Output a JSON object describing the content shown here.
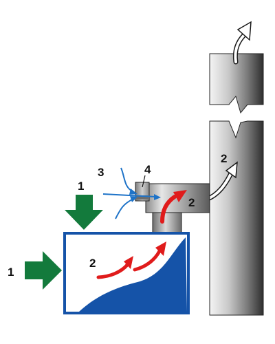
{
  "colors": {
    "stack_dark": "#2f2f2f",
    "stack_light": "#f2f2f2",
    "box_border": "#1553a8",
    "box_fill": "#ffffff",
    "liquid": "#1553a8",
    "push_arrow": "#137a3c",
    "hot_flow": "#e01b1b",
    "air_flow": "#1e73c8",
    "exhaust_flow": "#ffffff"
  },
  "labels": {
    "label_1_top": "1",
    "label_1_left": "1",
    "label_2_box": "2",
    "label_2_flue": "2",
    "label_2_stack": "2",
    "label_3": "3",
    "label_4": "4"
  }
}
